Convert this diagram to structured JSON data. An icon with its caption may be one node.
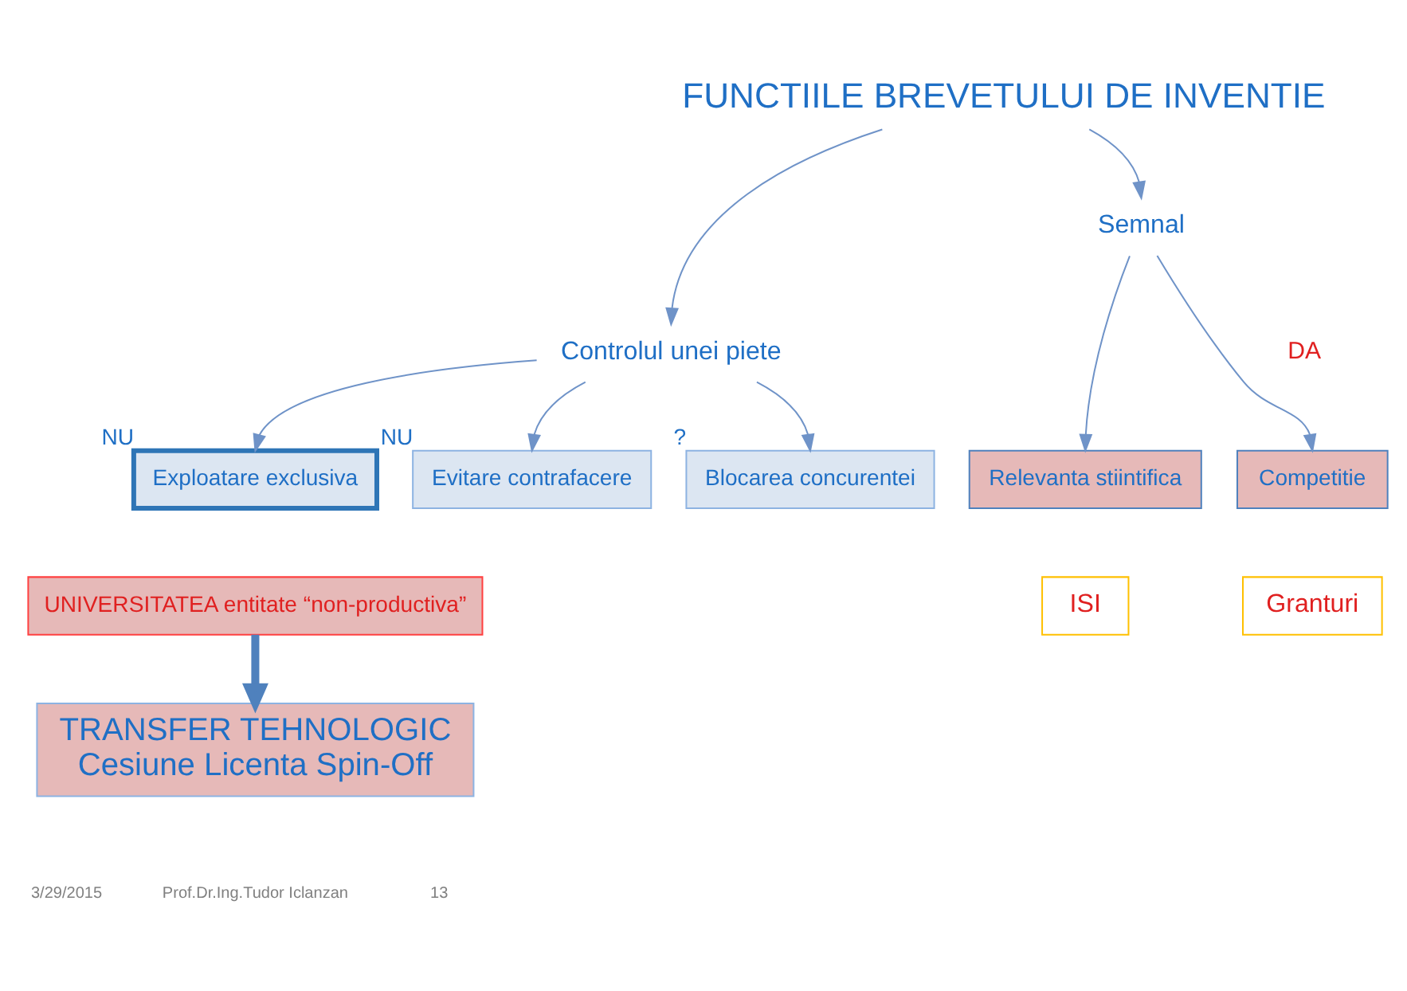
{
  "diagram": {
    "nodes": [
      {
        "text": [
          "FUNCTIILE BREVETULUI DE INVENTIE"
        ]
      },
      {
        "text": [
          "Controlul unei piete"
        ]
      },
      {
        "text": [
          "Semnal"
        ]
      },
      {
        "text": [
          "Exploatare exclusiva"
        ],
        "beside": [
          "NU"
        ]
      },
      {
        "text": [
          "Evitare contrafacere"
        ],
        "beside": [
          "NU"
        ]
      },
      {
        "text": [
          "Blocarea concurentei"
        ],
        "beside": [
          "?"
        ]
      },
      {
        "text": [
          "Relevanta stiintifica"
        ]
      },
      {
        "text": [
          "Competitie"
        ]
      },
      {
        "text": [
          "ISI"
        ]
      },
      {
        "text": [
          "Granturi"
        ]
      },
      {
        "text": [
          "UNIVERSITATEA entitate “non-productiva”"
        ]
      },
      {
        "text": [
          "TRANSFER TEHNOLOGIC",
          "Cesiune Licenta Spin-Off"
        ]
      }
    ],
    "edges": [
      {
        "from": 0,
        "to": 1,
        "arrow": "to"
      },
      {
        "from": 0,
        "to": 2,
        "arrow": "to"
      },
      {
        "from": 1,
        "to": 3,
        "arrow": "to"
      },
      {
        "from": 1,
        "to": 4,
        "arrow": "to"
      },
      {
        "from": 1,
        "to": 5,
        "arrow": "to"
      },
      {
        "from": 2,
        "to": 6,
        "arrow": "to"
      },
      {
        "from": 2,
        "to": 7,
        "arrow": "to"
      },
      {
        "from": 10,
        "to": 11,
        "arrow": "to",
        "style": "thick",
        "color": "#4f81bd"
      }
    ],
    "labels": [
      "DA",
      "3/29/2015",
      "Prof.Dr.Ing.Tudor Iclanzan",
      "13"
    ]
  }
}
